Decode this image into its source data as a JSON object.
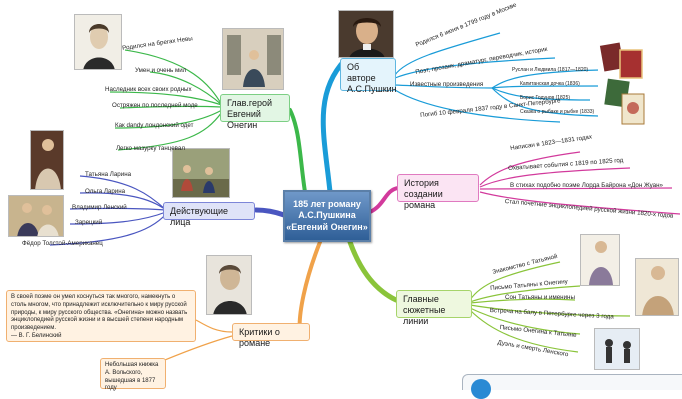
{
  "center": {
    "line1": "185 лет роману",
    "line2": "А.С.Пушкина",
    "line3": "«Евгений Онегин»"
  },
  "branches": {
    "about": {
      "label_line1": "Об авторе",
      "label_line2": "А.С.Пушкин",
      "color": "#1a9cd8",
      "items": [
        "Родился 6 июня в 1799 году в Москве",
        "Поэт, прозаик, драматург, переводчик, историк",
        "Известные произведения",
        "Погиб 10 февраля 1837 году в Санкт-Петербурге"
      ],
      "works": [
        "Руслан и Людмила (1817—1820)",
        "Капитанская дочка (1836)",
        "Борис Годунов (1825)",
        "Сказка о рыбаке и рыбке (1833)"
      ]
    },
    "history": {
      "label_line1": "История создании",
      "label_line2": "романа",
      "color": "#d23a9c",
      "items": [
        "Написан в 1823—1831 годах",
        "Охватывает события с 1819 по 1825 год",
        "В стихах подобно поэме Лорда Байрона «Дон Жуан»",
        "Стал почетние энциклопедией русской жизни 1820-х годов"
      ]
    },
    "lines": {
      "label_line1": "Главные",
      "label_line2": "сюжетные линии",
      "color": "#8ac43a",
      "items": [
        "Знакомство с Татьяной",
        "Письмо Татьяны к Онегину",
        "Сон Татьяны и именины",
        "Встреча на балу в Петербурге через 3 года",
        "Письмо Онегина к Татьяне",
        "Дуэль и смерть Ленского"
      ]
    },
    "critics": {
      "label": "Критики о романе",
      "color": "#f0a24a",
      "quote": "В своей поэме он умел коснуться так многого, намекнуть о столь многом, что принадлежит исключительно к миру русской природы, к миру русского общества. «Онегина» можно назвать энциклопедией русской жизни и в высшей степени народным произведением.",
      "quote_author": "— В. Г. Белинский",
      "note": "Небольшая книжка А. Вольского, вышедшая в 1877 году"
    },
    "characters": {
      "label": "Действующие лица",
      "color": "#4a56c0",
      "items": [
        "Татьяна Ларина",
        "Ольга Ларина",
        "Владимир Ленский",
        "Зарецкий",
        "Фёдор Толстой-Американец"
      ]
    },
    "hero": {
      "label_line1": "Глав.герой",
      "label_line2": "Евгений Онегин",
      "color": "#3cb84a",
      "items": [
        "Родился на брегах Невы",
        "Умен и очень мил",
        "Наследник всех своих родных",
        "Остряжен по последней моде",
        "Как dandy лондонский одет",
        "Легко мазурку танцевал"
      ]
    }
  }
}
